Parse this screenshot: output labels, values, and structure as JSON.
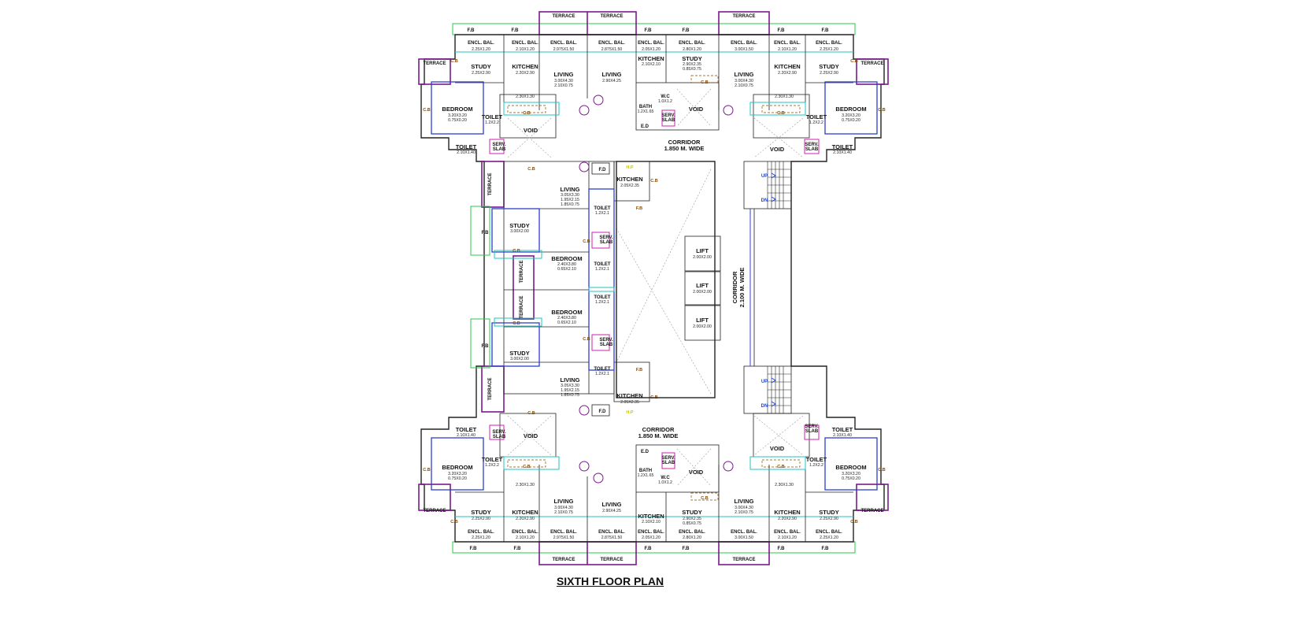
{
  "title": "SIXTH FLOOR PLAN",
  "labels": {
    "fb": "F.B",
    "terrace": "TERRACE",
    "encl_bal": "ENCL. BAL.",
    "study": "STUDY",
    "kitchen": "KITCHEN",
    "living": "LIVING",
    "bedroom": "BEDROOM",
    "toilet": "TOILET",
    "bath": "BATH",
    "wc": "W.C",
    "void": "VOID",
    "serv": "SERV.",
    "slab": "SLAB",
    "cb": "C.B",
    "hp": "H.P",
    "fd": "F.D",
    "ed": "E.D",
    "lift": "LIFT",
    "corridor": "CORRIDOR",
    "up": "UP",
    "dn": "DN"
  },
  "dims": {
    "encl_bal_a": "2.25X1.20",
    "encl_bal_b": "2.10X1.20",
    "encl_bal_c": "2.975X1.50",
    "encl_bal_d": "2.875X1.50",
    "encl_bal_e": "2.05X1.20",
    "encl_bal_f": "2.80X1.20",
    "encl_bal_g": "3.00X1.50",
    "study_a": "2.25X2.90",
    "kitchen_a": "2.20X2.90",
    "living_a1": "3.00X4.30",
    "living_a2": "2.10X0.75",
    "living_b": "2.90X4.25",
    "kitchen_b": "2.10X2.10",
    "study_b1": "2.90X2.35",
    "study_b2": "0.85X0.75",
    "bath": "1.2X1.65",
    "wc": "1.0X1.2",
    "passage": "2.30X1.30",
    "bedroom_a1": "3.20X3.20",
    "bedroom_a2": "0.75X0.20",
    "toilet_a": "1.2X2.2",
    "toilet_b": "2.10X1.40",
    "corridor_h": "1.850 M. WIDE",
    "corridor_v": "2.100 M. WIDE",
    "living_c1": "3.05X3.30",
    "living_c2": "1.95X2.15",
    "living_c3": "1.85X0.75",
    "kitchen_c": "2.05X2.35",
    "toilet_c": "1.2X2.1",
    "study_c": "3.00X2.00",
    "bedroom_c1": "2.40X3.80",
    "bedroom_c2": "0.65X2.10",
    "lift": "2.00X2.00"
  }
}
